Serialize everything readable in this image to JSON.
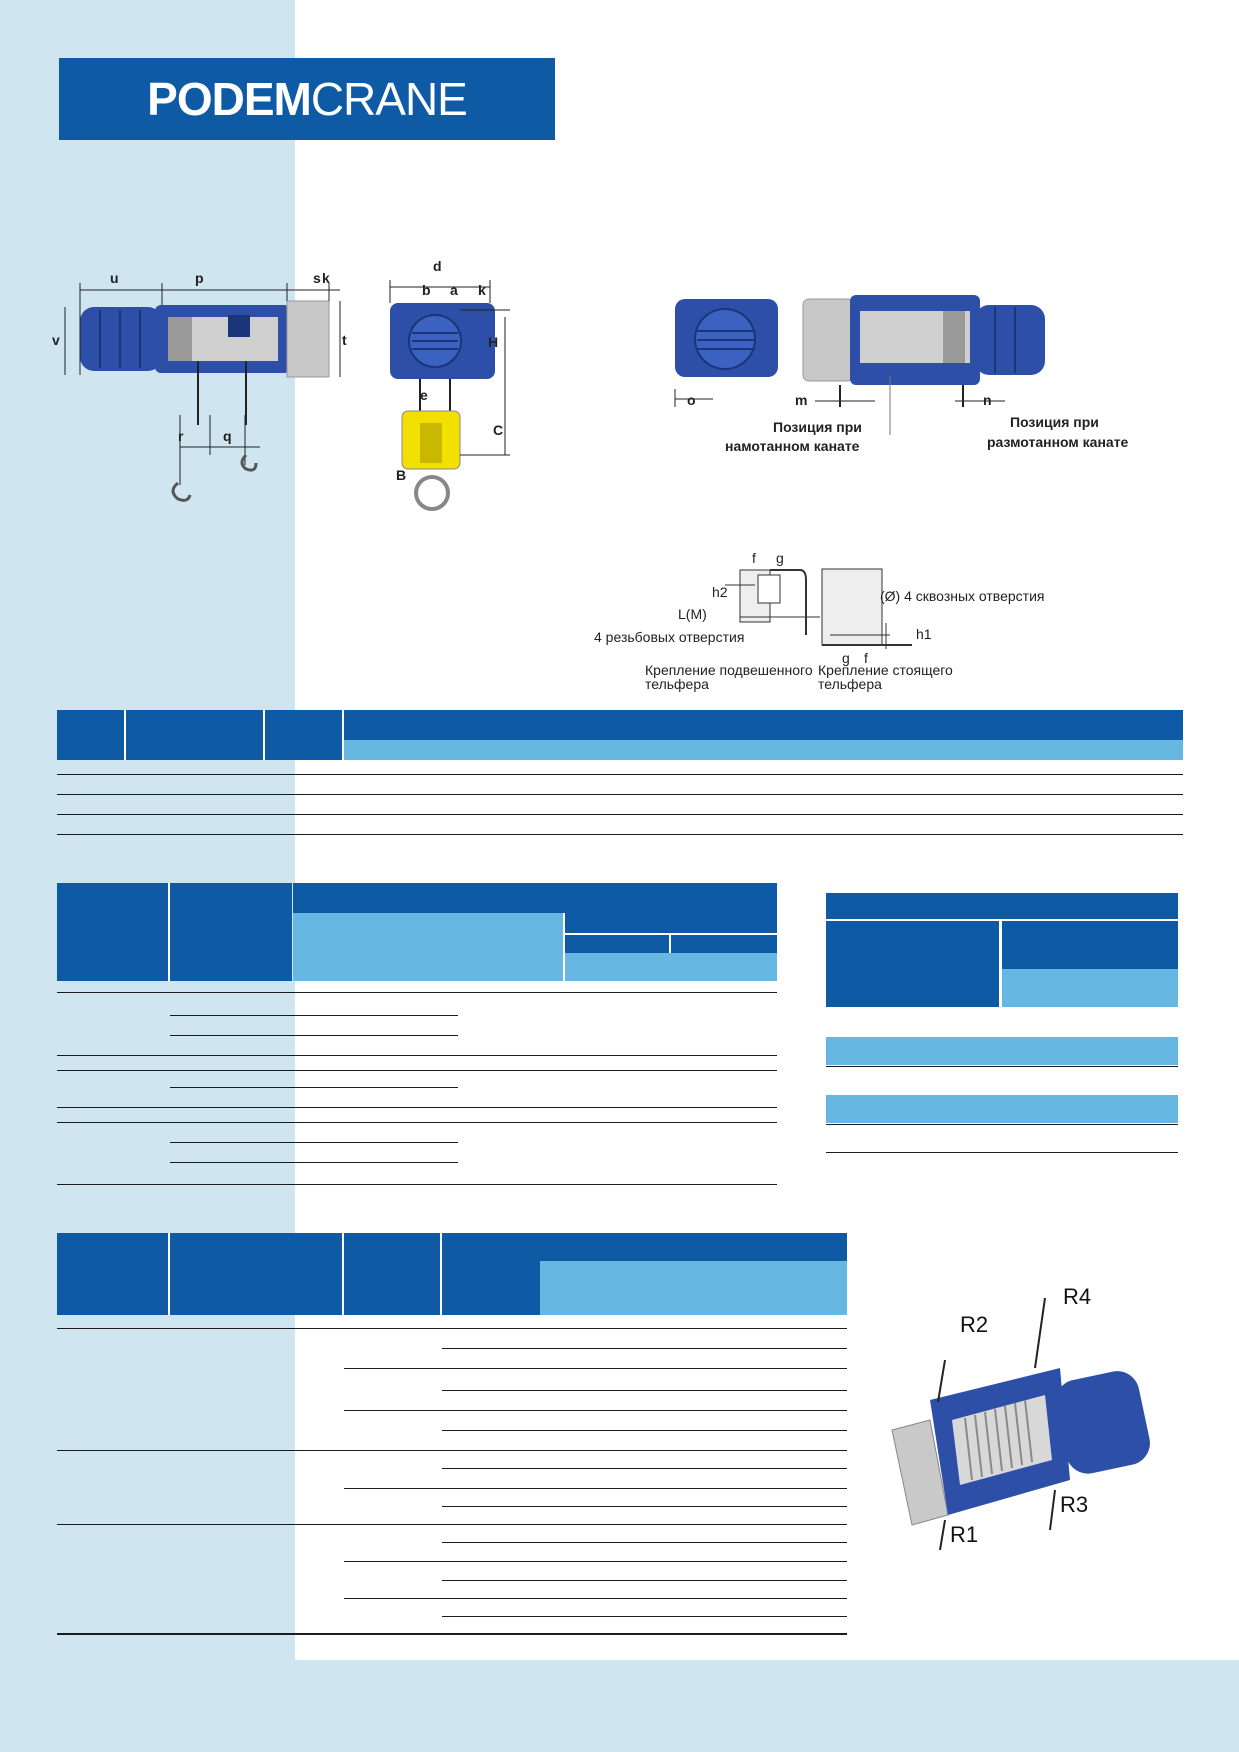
{
  "brand": {
    "bold": "PODEM",
    "thin": "CRANE"
  },
  "drawing1": {
    "labels": [
      "u",
      "p",
      "s",
      "k",
      "d",
      "b",
      "a",
      "k",
      "v",
      "t",
      "H",
      "e",
      "C",
      "B",
      "r",
      "q"
    ]
  },
  "drawing2": {
    "labels": [
      "o",
      "m",
      "n"
    ],
    "pos_wound": [
      "Позиция при",
      "намотанном канате"
    ],
    "pos_unwound": [
      "Позиция при",
      "размотанном канате"
    ]
  },
  "mounting": {
    "labels": [
      "f",
      "g",
      "h2",
      "L(M)",
      "h1",
      "g",
      "f"
    ],
    "threaded": "4 резьбовых отверстия",
    "through": "(Ø) 4 сквозных отверстия",
    "suspended": [
      "Крепление подвешенного",
      "тельфера"
    ],
    "standing": [
      "Крепление стоящего",
      "тельфера"
    ]
  },
  "reactions": {
    "r1": "R1",
    "r2": "R2",
    "r3": "R3",
    "r4": "R4"
  },
  "colors": {
    "dark_blue": "#0f5aa5",
    "light_blue": "#66b8e2",
    "bg": "#cfe5f0",
    "hoist_blue": "#2d4fa8",
    "hook_yellow": "#f2e000"
  }
}
